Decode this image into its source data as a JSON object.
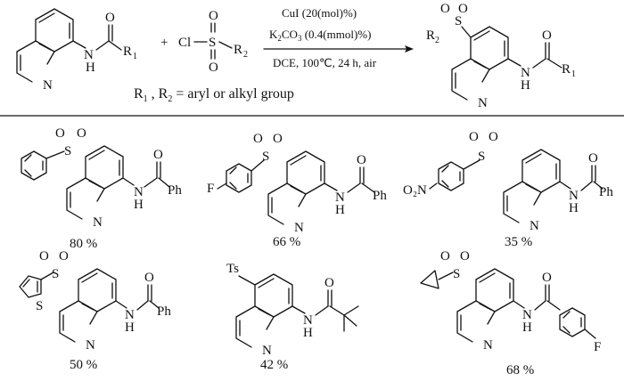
{
  "scheme": {
    "plus": "+",
    "reagent_atoms": {
      "cl": "Cl",
      "s": "S",
      "o": "O"
    },
    "r_labels": {
      "r1": "R",
      "r1_sub": "1",
      "r2": "R",
      "r2_sub": "2"
    },
    "atoms": {
      "n": "N",
      "h": "H",
      "o": "O",
      "s": "S"
    },
    "conditions": {
      "line1": "CuI (20(mol)%)",
      "line2_a": "K",
      "line2_sub": "2",
      "line2_b": "CO",
      "line2_sub2": "3",
      "line2_c": " (0.4(mmol)%)",
      "line3": "DCE, 100℃, 24 h, air"
    },
    "r_description": {
      "r1": "R",
      "s1": "1",
      "mid": " , R",
      "s2": "2",
      "tail": " = aryl  or alkyl group"
    }
  },
  "examples": [
    {
      "substituent": "Ph",
      "yield": "80 %"
    },
    {
      "substituent": "F",
      "acyl": "Ph",
      "yield": "66 %"
    },
    {
      "substituent": "O₂N",
      "acyl": "Ph",
      "yield": "35 %"
    },
    {
      "substituent": "S",
      "acyl": "Ph",
      "yield": "50 %"
    },
    {
      "substituent": "Ts",
      "yield": "42 %"
    },
    {
      "substituent": "F",
      "yield": "68 %"
    }
  ]
}
